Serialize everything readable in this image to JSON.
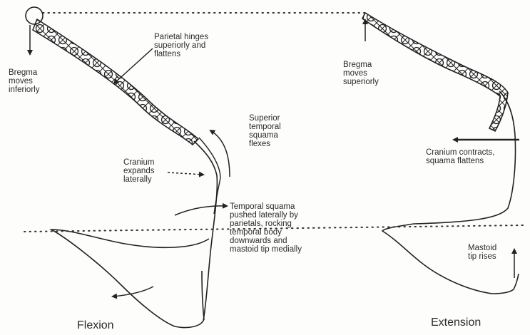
{
  "flexion": {
    "caption": "Flexion",
    "bregma_label": "Bregma\nmoves\ninferiorly",
    "parietal_label": "Parietal hinges\nsuperiorly and\nflattens",
    "superior_temporal_label": "Superior\ntemporal\nsquama\nflexes",
    "cranium_label": "Cranium\nexpands\nlaterally",
    "temporal_squama_label": "Temporal squama\npushed laterally by\nparietals, rocking\ntemporal body\ndownwards and\nmastoid tip medially"
  },
  "extension": {
    "caption": "Extension",
    "bregma_label": "Bregma\nmoves\nsuperiorly",
    "cranium_label": "Cranium contracts,\nsquama flattens",
    "mastoid_label": "Mastoid\ntip rises"
  }
}
